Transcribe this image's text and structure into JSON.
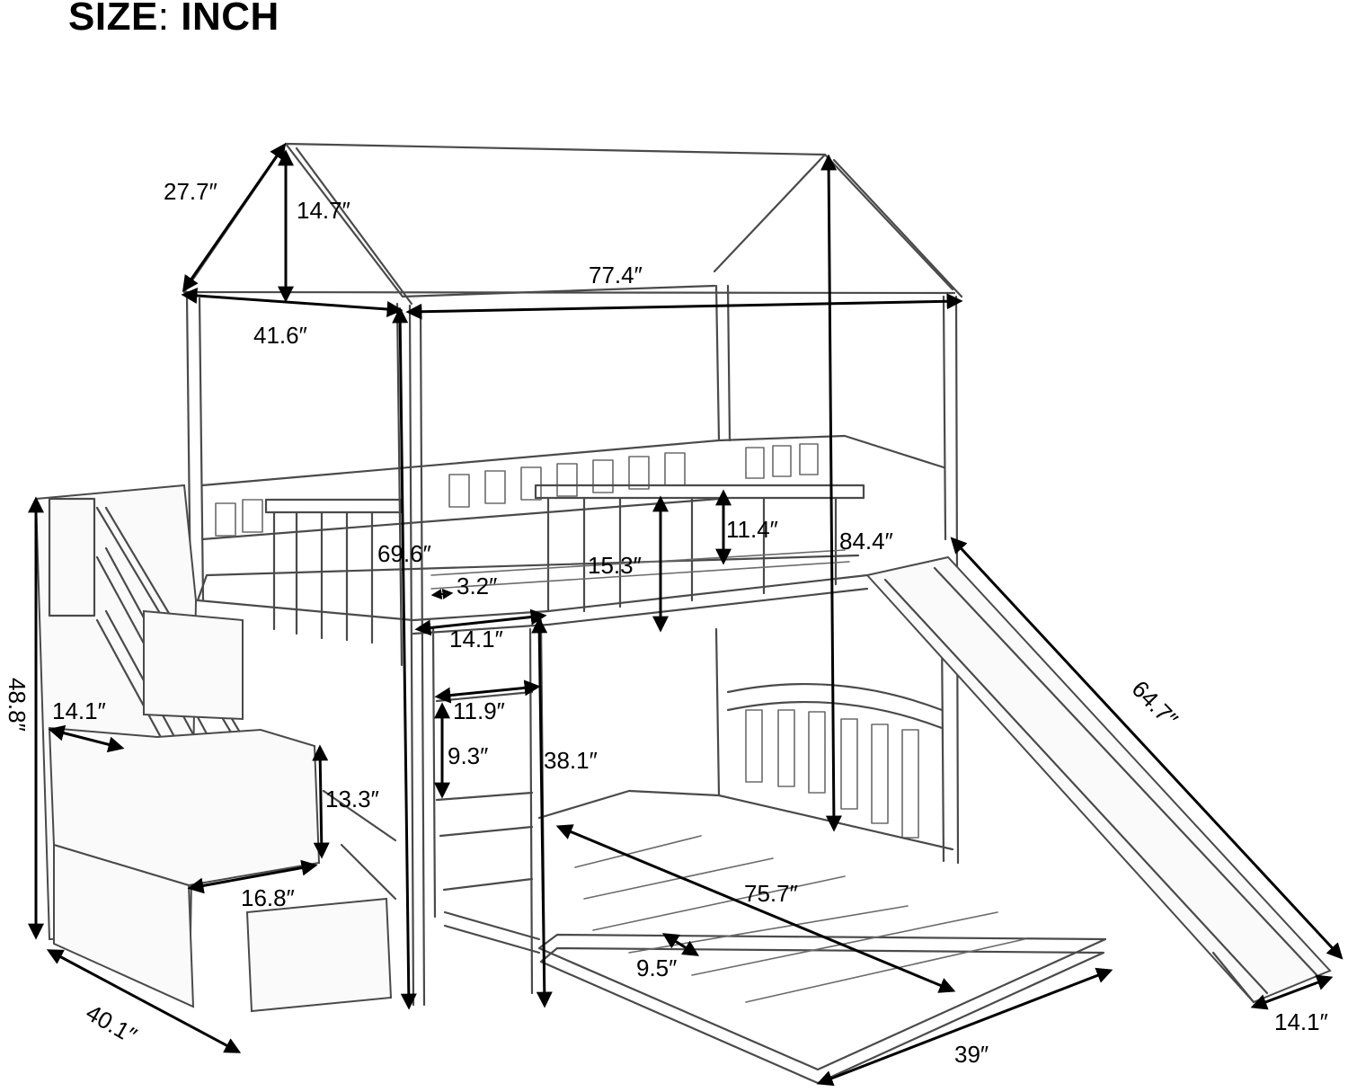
{
  "title": {
    "size_label": "SIZE",
    "unit_label": "INCH",
    "separator": ":"
  },
  "dimensions": {
    "roof_slope": "27.7″",
    "roof_height": "14.7″",
    "top_length": "77.4″",
    "top_width": "41.6″",
    "post_height": "69.6″",
    "rail_gap": "3.2″",
    "guardrail_height": "15.3″",
    "rail_height": "11.4″",
    "total_height": "84.4″",
    "ladder_top_width": "14.1″",
    "ladder_width": "11.9″",
    "ladder_step": "9.3″",
    "ladder_height": "38.1″",
    "slide_length": "64.7″",
    "stair_height": "48.8″",
    "stair_step_depth": "14.1″",
    "stair_step_height": "13.3″",
    "stair_step_width": "16.8″",
    "stair_depth": "40.1″",
    "floor_bed_length": "75.7″",
    "slat_spacing": "9.5″",
    "floor_bed_width": "39″",
    "slide_width": "14.1″"
  }
}
